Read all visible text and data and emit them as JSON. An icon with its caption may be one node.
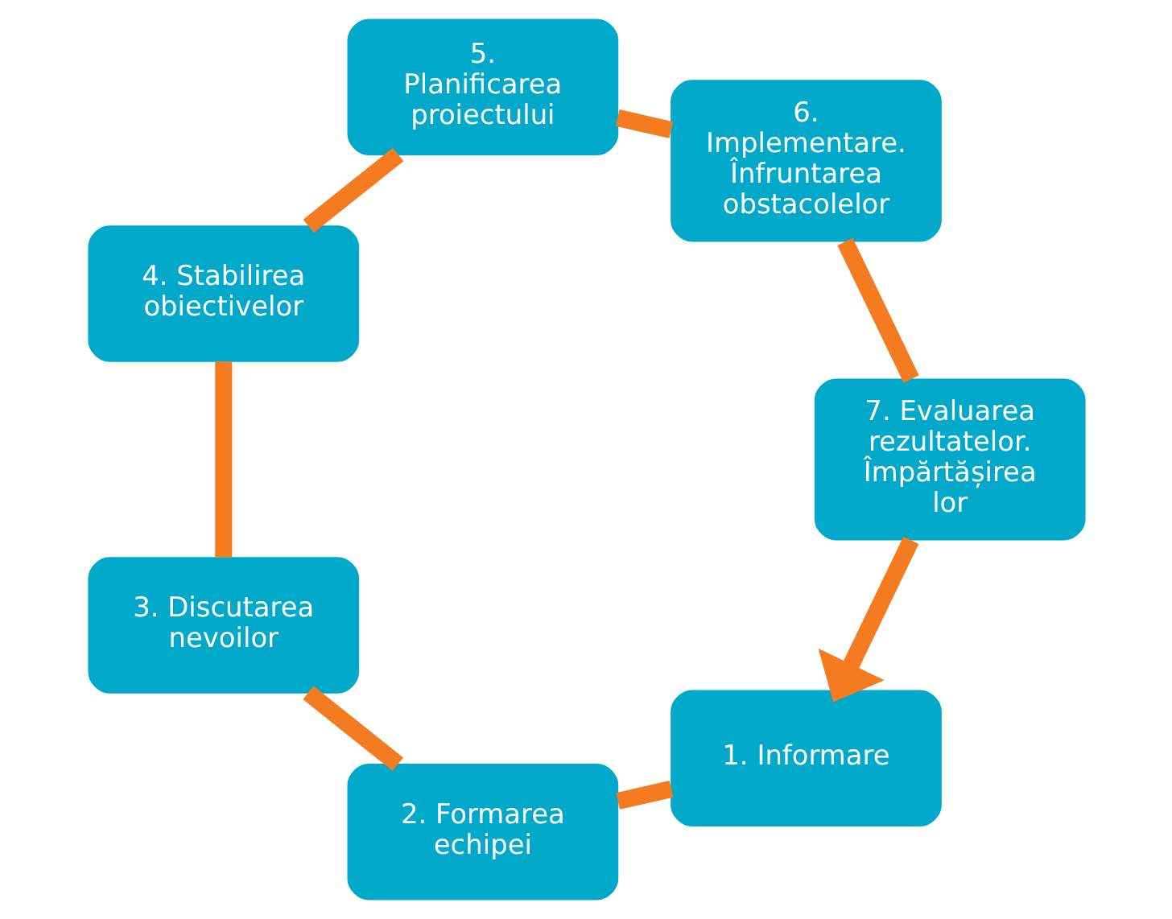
{
  "diagram": {
    "nodes": [
      {
        "text": [
          "1. Informare"
        ]
      },
      {
        "text": [
          "2. Formarea echipei"
        ]
      },
      {
        "text": [
          "3. Discutarea nevoilor"
        ]
      },
      {
        "text": [
          "4. Stabilirea obiectivelor"
        ]
      },
      {
        "text": [
          "5. Planificarea proiectului"
        ]
      },
      {
        "text": [
          "6. Implementare. Înfruntarea obstacolelor"
        ]
      },
      {
        "text": [
          "7. Evaluarea rezultatelor. Împărtășirea lor"
        ]
      }
    ],
    "edges": [
      {
        "from": 0,
        "to": 1,
        "arrow": "none"
      },
      {
        "from": 1,
        "to": 2,
        "arrow": "none"
      },
      {
        "from": 2,
        "to": 3,
        "arrow": "none"
      },
      {
        "from": 3,
        "to": 4,
        "arrow": "none"
      },
      {
        "from": 4,
        "to": 5,
        "arrow": "none"
      },
      {
        "from": 5,
        "to": 6,
        "arrow": "none"
      },
      {
        "from": 6,
        "to": 0,
        "arrow": "to"
      }
    ]
  }
}
